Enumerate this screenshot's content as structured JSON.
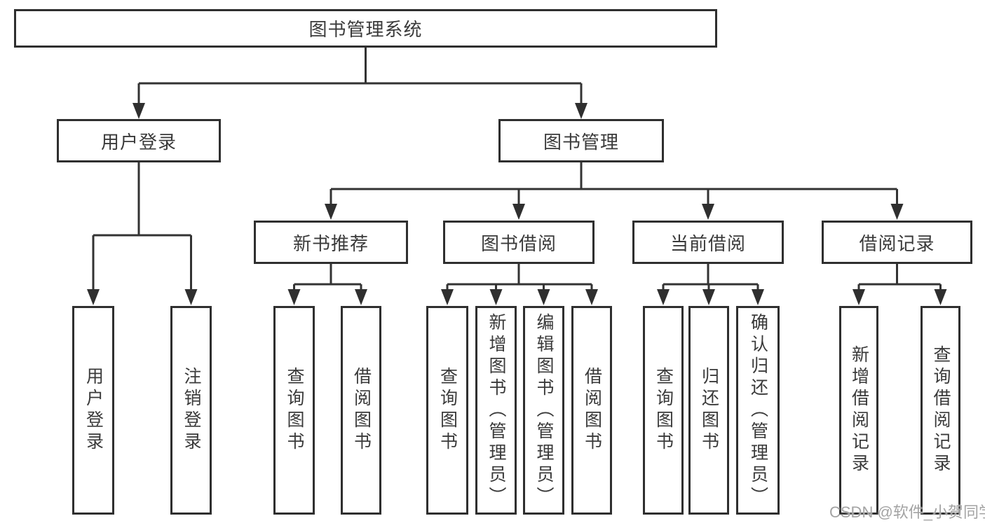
{
  "diagram": {
    "root": {
      "label": "图书管理系统"
    },
    "login": {
      "label": "用户登录",
      "leaves": [
        "用户登录",
        "注销登录"
      ]
    },
    "mgmt": {
      "label": "图书管理"
    },
    "modules": [
      {
        "label": "新书推荐",
        "leaves": [
          "查询图书",
          "借阅图书"
        ]
      },
      {
        "label": "图书借阅",
        "leaves": [
          "查询图书",
          "新增图书（管理员）",
          "编辑图书（管理员）",
          "借阅图书"
        ]
      },
      {
        "label": "当前借阅",
        "leaves": [
          "查询图书",
          "归还图书",
          "确认归还（管理员）"
        ]
      },
      {
        "label": "借阅记录",
        "leaves": [
          "新增借阅记录",
          "查询借阅记录"
        ]
      }
    ],
    "watermark": "CSDN @软件_小贺同学",
    "colors": {
      "line": "#333333",
      "border": "#2f2f2f",
      "text": "#3a3a3a",
      "watermark": "#a3a3a3",
      "background": "#ffffff"
    }
  }
}
